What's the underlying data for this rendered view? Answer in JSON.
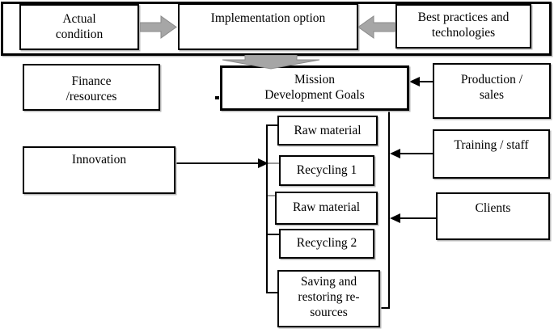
{
  "top_banner": {
    "actual_condition": "Actual\ncondition",
    "implementation_option": "Implementation option",
    "best_practices": "Best practices and\ntechnologies"
  },
  "left_column": {
    "finance": "Finance\n/resources",
    "innovation": "Innovation"
  },
  "center": {
    "mission": "Mission\nDevelopment Goals",
    "process_steps": [
      "Raw material",
      "Recycling 1",
      "Raw material",
      "Recycling 2",
      "Saving and\nrestoring re-\nsources"
    ]
  },
  "right_column": {
    "production": "Production /\nsales",
    "training": "Training / staff",
    "clients": "Clients"
  },
  "colors": {
    "arrow_gray": "#a6a6a6",
    "arrow_gray_stroke": "#8a8a8a",
    "line_black": "#000000"
  }
}
